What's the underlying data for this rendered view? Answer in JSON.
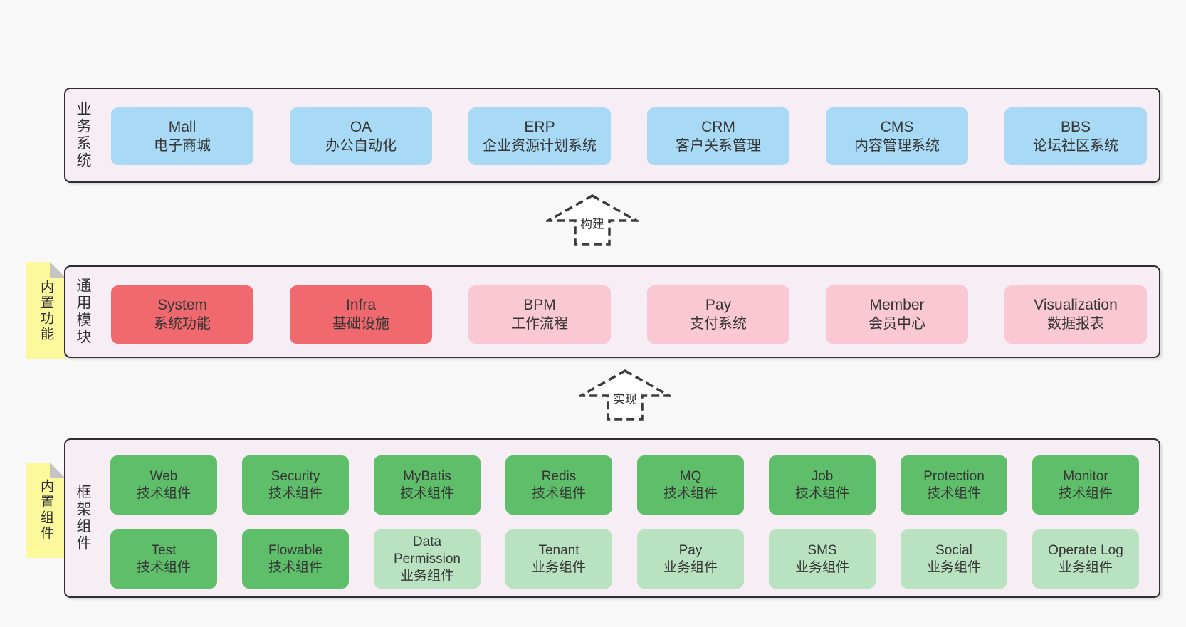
{
  "layers": {
    "business": {
      "label": "业务系统",
      "boxes": [
        {
          "en": "Mall",
          "zh": "电子商城"
        },
        {
          "en": "OA",
          "zh": "办公自动化"
        },
        {
          "en": "ERP",
          "zh": "企业资源计划系统"
        },
        {
          "en": "CRM",
          "zh": "客户关系管理"
        },
        {
          "en": "CMS",
          "zh": "内容管理系统"
        },
        {
          "en": "BBS",
          "zh": "论坛社区系统"
        }
      ]
    },
    "modules": {
      "label": "通用模块",
      "note": "内置功能",
      "boxes": [
        {
          "en": "System",
          "zh": "系统功能"
        },
        {
          "en": "Infra",
          "zh": "基础设施"
        },
        {
          "en": "BPM",
          "zh": "工作流程"
        },
        {
          "en": "Pay",
          "zh": "支付系统"
        },
        {
          "en": "Member",
          "zh": "会员中心"
        },
        {
          "en": "Visualization",
          "zh": "数据报表"
        }
      ]
    },
    "components": {
      "label": "框架组件",
      "note": "内置组件",
      "row1": [
        {
          "en": "Web",
          "zh": "技术组件"
        },
        {
          "en": "Security",
          "zh": "技术组件"
        },
        {
          "en": "MyBatis",
          "zh": "技术组件"
        },
        {
          "en": "Redis",
          "zh": "技术组件"
        },
        {
          "en": "MQ",
          "zh": "技术组件"
        },
        {
          "en": "Job",
          "zh": "技术组件"
        },
        {
          "en": "Protection",
          "zh": "技术组件"
        },
        {
          "en": "Monitor",
          "zh": "技术组件"
        }
      ],
      "row2": [
        {
          "en": "Test",
          "zh": "技术组件"
        },
        {
          "en": "Flowable",
          "zh": "技术组件"
        },
        {
          "en": "Data Permission",
          "zh": "业务组件"
        },
        {
          "en": "Tenant",
          "zh": "业务组件"
        },
        {
          "en": "Pay",
          "zh": "业务组件"
        },
        {
          "en": "SMS",
          "zh": "业务组件"
        },
        {
          "en": "Social",
          "zh": "业务组件"
        },
        {
          "en": "Operate Log",
          "zh": "业务组件"
        }
      ]
    }
  },
  "arrows": [
    {
      "label": "构建"
    },
    {
      "label": "实现"
    }
  ],
  "colors": {
    "page_bg": "#f8f8f8",
    "layer_bg": "#f7edf5",
    "layer_border": "#2e2e2e",
    "blue": "#a8daf5",
    "red": "#f0696e",
    "pink": "#f9c8d2",
    "green": "#5ebe69",
    "green_light": "#b9e2c0",
    "note_yellow": "#fbf99c",
    "note_fold": "#c4c4c4",
    "text": "#363636"
  }
}
